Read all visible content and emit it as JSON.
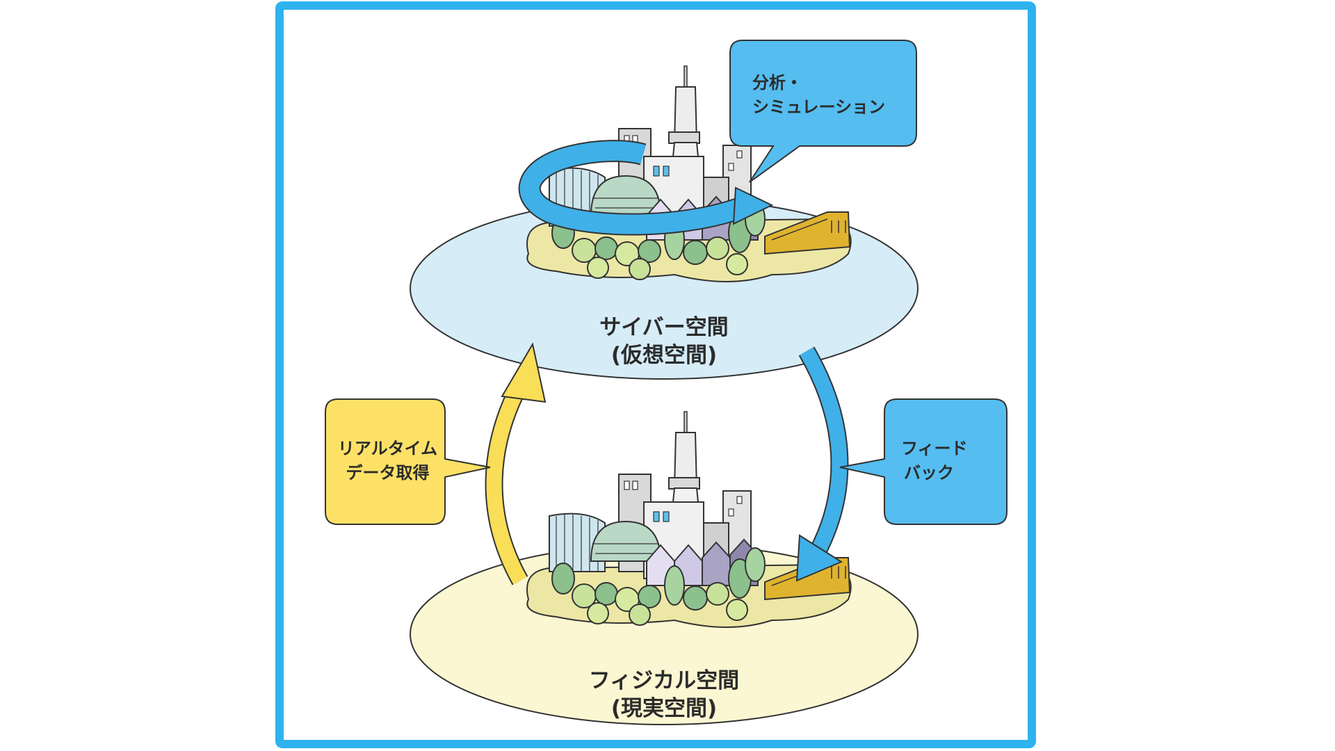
{
  "cyber": {
    "title": "サイバー空間",
    "subtitle": "(仮想空間)"
  },
  "physical": {
    "title": "フィジカル空間",
    "subtitle": "(現実空間)"
  },
  "bubbles": {
    "analysis": {
      "line1": "分析・",
      "line2": "シミュレーション"
    },
    "realtime": {
      "line1": "リアルタイム",
      "line2": "データ取得"
    },
    "feedback": {
      "line1": "フィード",
      "line2": "バック"
    }
  },
  "colors": {
    "frame": "#2eb3ee",
    "cyber_disc": "#d6ecf7",
    "physical_disc": "#fbf7d2",
    "blue_arrow": "#3fb0e8",
    "yellow_arrow": "#f9de57",
    "blue_bubble": "#55bdf0",
    "yellow_bubble": "#fde167"
  }
}
